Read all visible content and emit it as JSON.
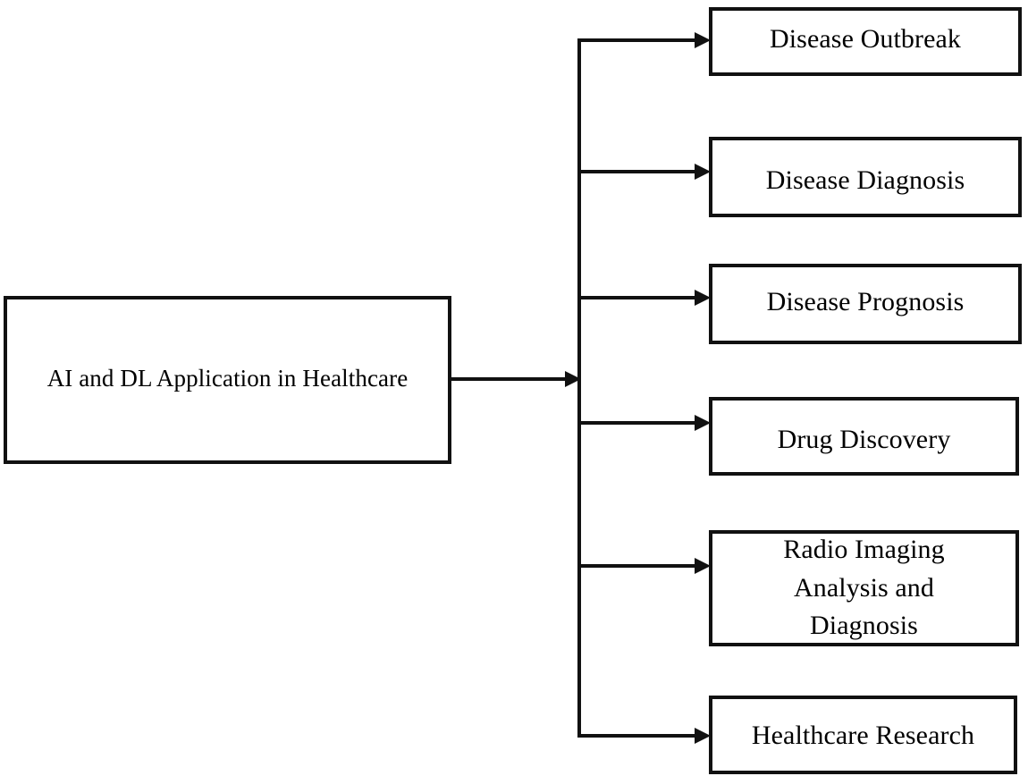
{
  "diagram": {
    "title": "AI and DL Application in Healthcare",
    "type": "hierarchy-tree",
    "orientation": "left-to-right",
    "stroke_color": "#111111",
    "background_color": "#ffffff",
    "root": {
      "label": "AI and DL Application  in Healthcare"
    },
    "branches": [
      {
        "label": "Disease Outbreak"
      },
      {
        "label": "Disease Diagnosis"
      },
      {
        "label": "Disease Prognosis"
      },
      {
        "label": "Drug Discovery"
      },
      {
        "label": "Radio Imaging\nAnalysis and\nDiagnosis"
      },
      {
        "label": "Healthcare Research"
      }
    ]
  }
}
